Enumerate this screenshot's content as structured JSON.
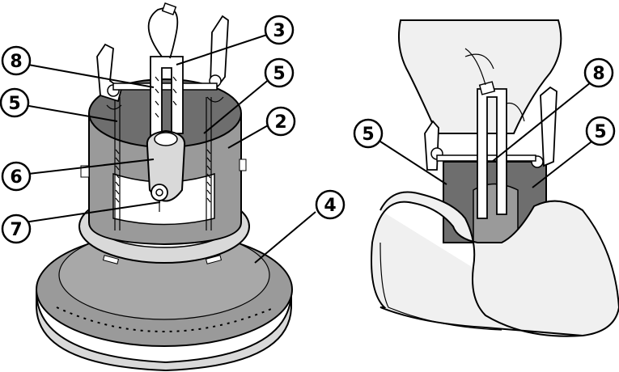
{
  "figure": {
    "callouts": [
      {
        "id": "c3",
        "label": "3"
      },
      {
        "id": "c8-left",
        "label": "8"
      },
      {
        "id": "c5-left-top",
        "label": "5"
      },
      {
        "id": "c5-right-top",
        "label": "5"
      },
      {
        "id": "c2",
        "label": "2"
      },
      {
        "id": "c6",
        "label": "6"
      },
      {
        "id": "c7",
        "label": "7"
      },
      {
        "id": "c4",
        "label": "4"
      },
      {
        "id": "c5-right-a",
        "label": "5"
      },
      {
        "id": "c8-right",
        "label": "8"
      },
      {
        "id": "c5-right-b",
        "label": "5"
      }
    ]
  },
  "colors": {
    "housing_gray": "#9a9a9a",
    "light_gray": "#d9d9d9",
    "dark_gray": "#6e6e6e",
    "hand_fill": "#f0f0f0",
    "line": "#000000"
  }
}
